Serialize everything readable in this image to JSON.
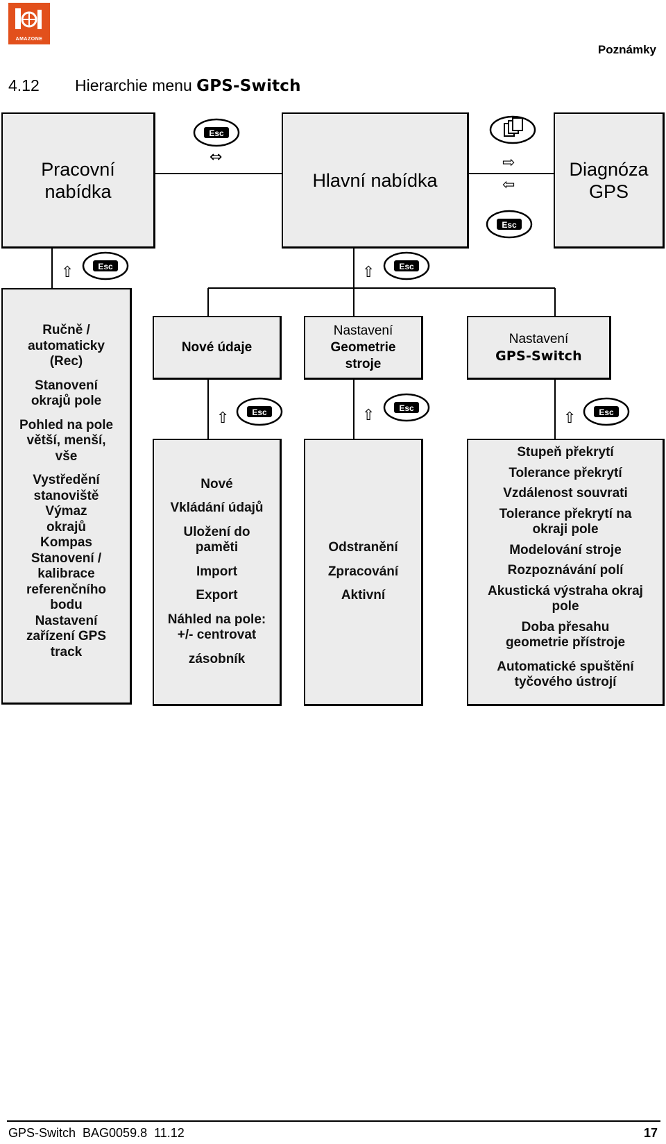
{
  "header": {
    "logo_text": "AMAZONE",
    "notes_label": "Poznámky",
    "section_number": "4.12",
    "section_title": "Hierarchie menu",
    "section_brand": "GPS-Switch"
  },
  "top_boxes": {
    "work_menu": {
      "line1": "Pracovní",
      "line2": "nabídka"
    },
    "main_menu": "Hlavní nabídka",
    "diagnosis": {
      "line1": "Diagnóza",
      "line2": "GPS"
    }
  },
  "keys": {
    "esc": "Esc",
    "double_arrow": "⇔",
    "right_arrow": "⇨",
    "left_arrow": "⇦",
    "up_arrow": "⇧"
  },
  "left_column": {
    "items": [
      "Ručně / automaticky (Rec)",
      "Stanovení okrajů pole",
      "Pohled na pole větší, menší, vše",
      "Vystředění stanoviště",
      "Výmaz okrajů",
      "Kompas",
      "Stanovení / kalibrace referenčního bodu",
      "Nastavení zařízení GPS track"
    ]
  },
  "sub_headers": {
    "new_data": "Nové údaje",
    "geometry": {
      "line1": "Nastavení",
      "line2": "Geometrie stroje"
    },
    "gps_settings": {
      "line1": "Nastavení",
      "line2": "GPS-Switch"
    }
  },
  "new_data_items": [
    "Nové",
    "Vkládání údajů",
    "Uložení do paměti",
    "Import",
    "Export",
    "Náhled na pole: +/- centrovat",
    "zásobník"
  ],
  "geometry_items": [
    "Odstranění",
    "Zpracování",
    "Aktivní"
  ],
  "gps_settings_items": [
    "Stupeň překrytí",
    "Tolerance překrytí",
    "Vzdálenost souvrati",
    "Tolerance překrytí na okraji pole",
    "Modelování stroje",
    "Rozpoznávání polí",
    "Akustická výstraha okraj pole",
    "Doba přesahu geometrie přístroje",
    "Automatické spuštění tyčového ústrojí"
  ],
  "footer": {
    "doc_id": "GPS-Switch  BAG0059.8  11.12",
    "page_number": "17"
  }
}
